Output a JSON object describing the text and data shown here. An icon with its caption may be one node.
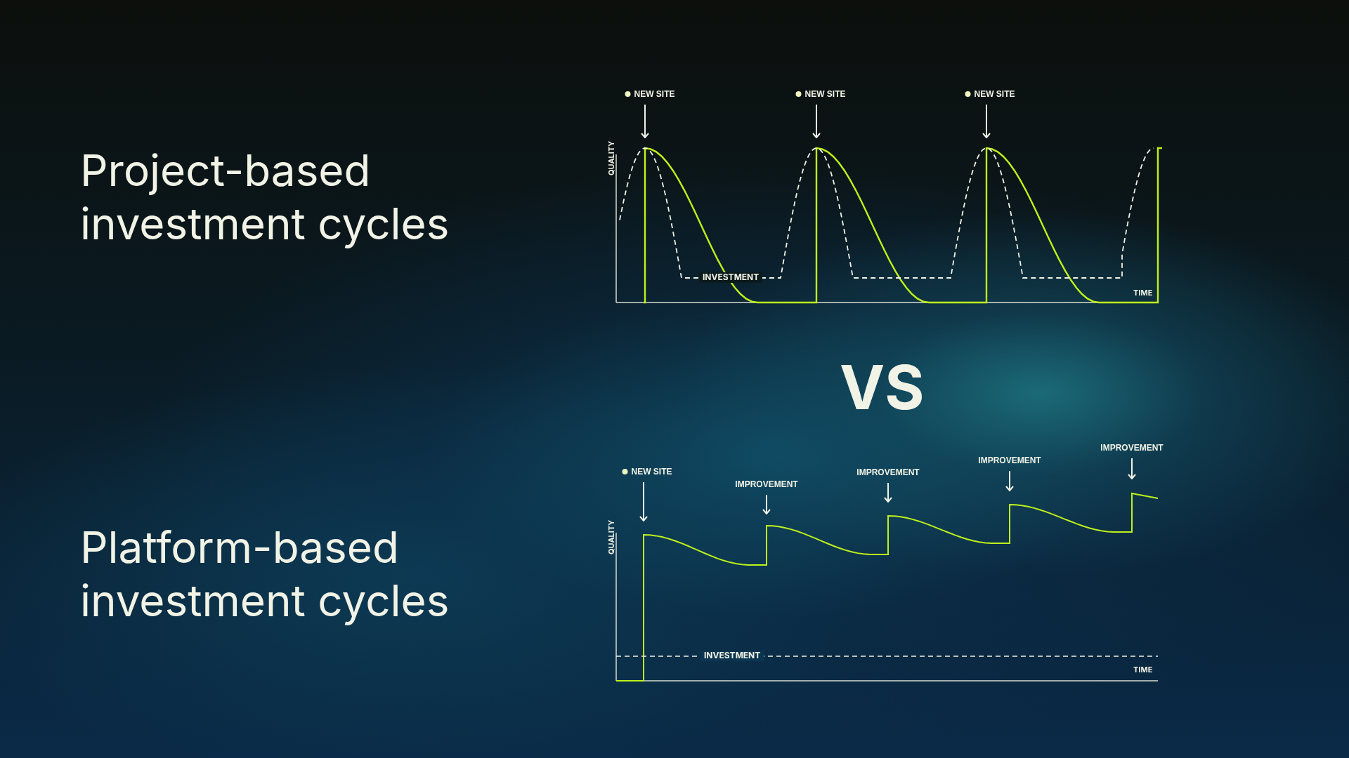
{
  "diagram": {
    "nodes": [
      {
        "text": [
          "NEW SITE"
        ]
      },
      {
        "text": [
          "NEW SITE"
        ]
      },
      {
        "text": [
          "NEW SITE"
        ]
      },
      {
        "text": [
          "NEW SITE"
        ]
      },
      {
        "text": [
          "IMPROVEMENT"
        ]
      },
      {
        "text": [
          "IMPROVEMENT"
        ]
      },
      {
        "text": [
          "IMPROVEMENT"
        ]
      },
      {
        "text": [
          "IMPROVEMENT"
        ]
      },
      {
        "text": [],
        "shape": "curve"
      },
      {
        "text": [],
        "shape": "curve"
      }
    ],
    "edges": [
      {
        "from": 0,
        "to": 8,
        "arrow": "to"
      },
      {
        "from": 1,
        "to": 8,
        "arrow": "to"
      },
      {
        "from": 2,
        "to": 8,
        "arrow": "to"
      },
      {
        "from": 3,
        "to": 9,
        "arrow": "to"
      },
      {
        "from": 4,
        "to": 9,
        "arrow": "to"
      },
      {
        "from": 5,
        "to": 9,
        "arrow": "to"
      },
      {
        "from": 6,
        "to": 9,
        "arrow": "to"
      },
      {
        "from": 7,
        "to": 9,
        "arrow": "to"
      }
    ],
    "labels": [
      "Project-based investment cycles",
      "QUALITY",
      "INVESTMENT",
      "TIME",
      "VS",
      "Platform-based investment cycles",
      "QUALITY",
      "INVESTMENT",
      "TIME"
    ]
  }
}
